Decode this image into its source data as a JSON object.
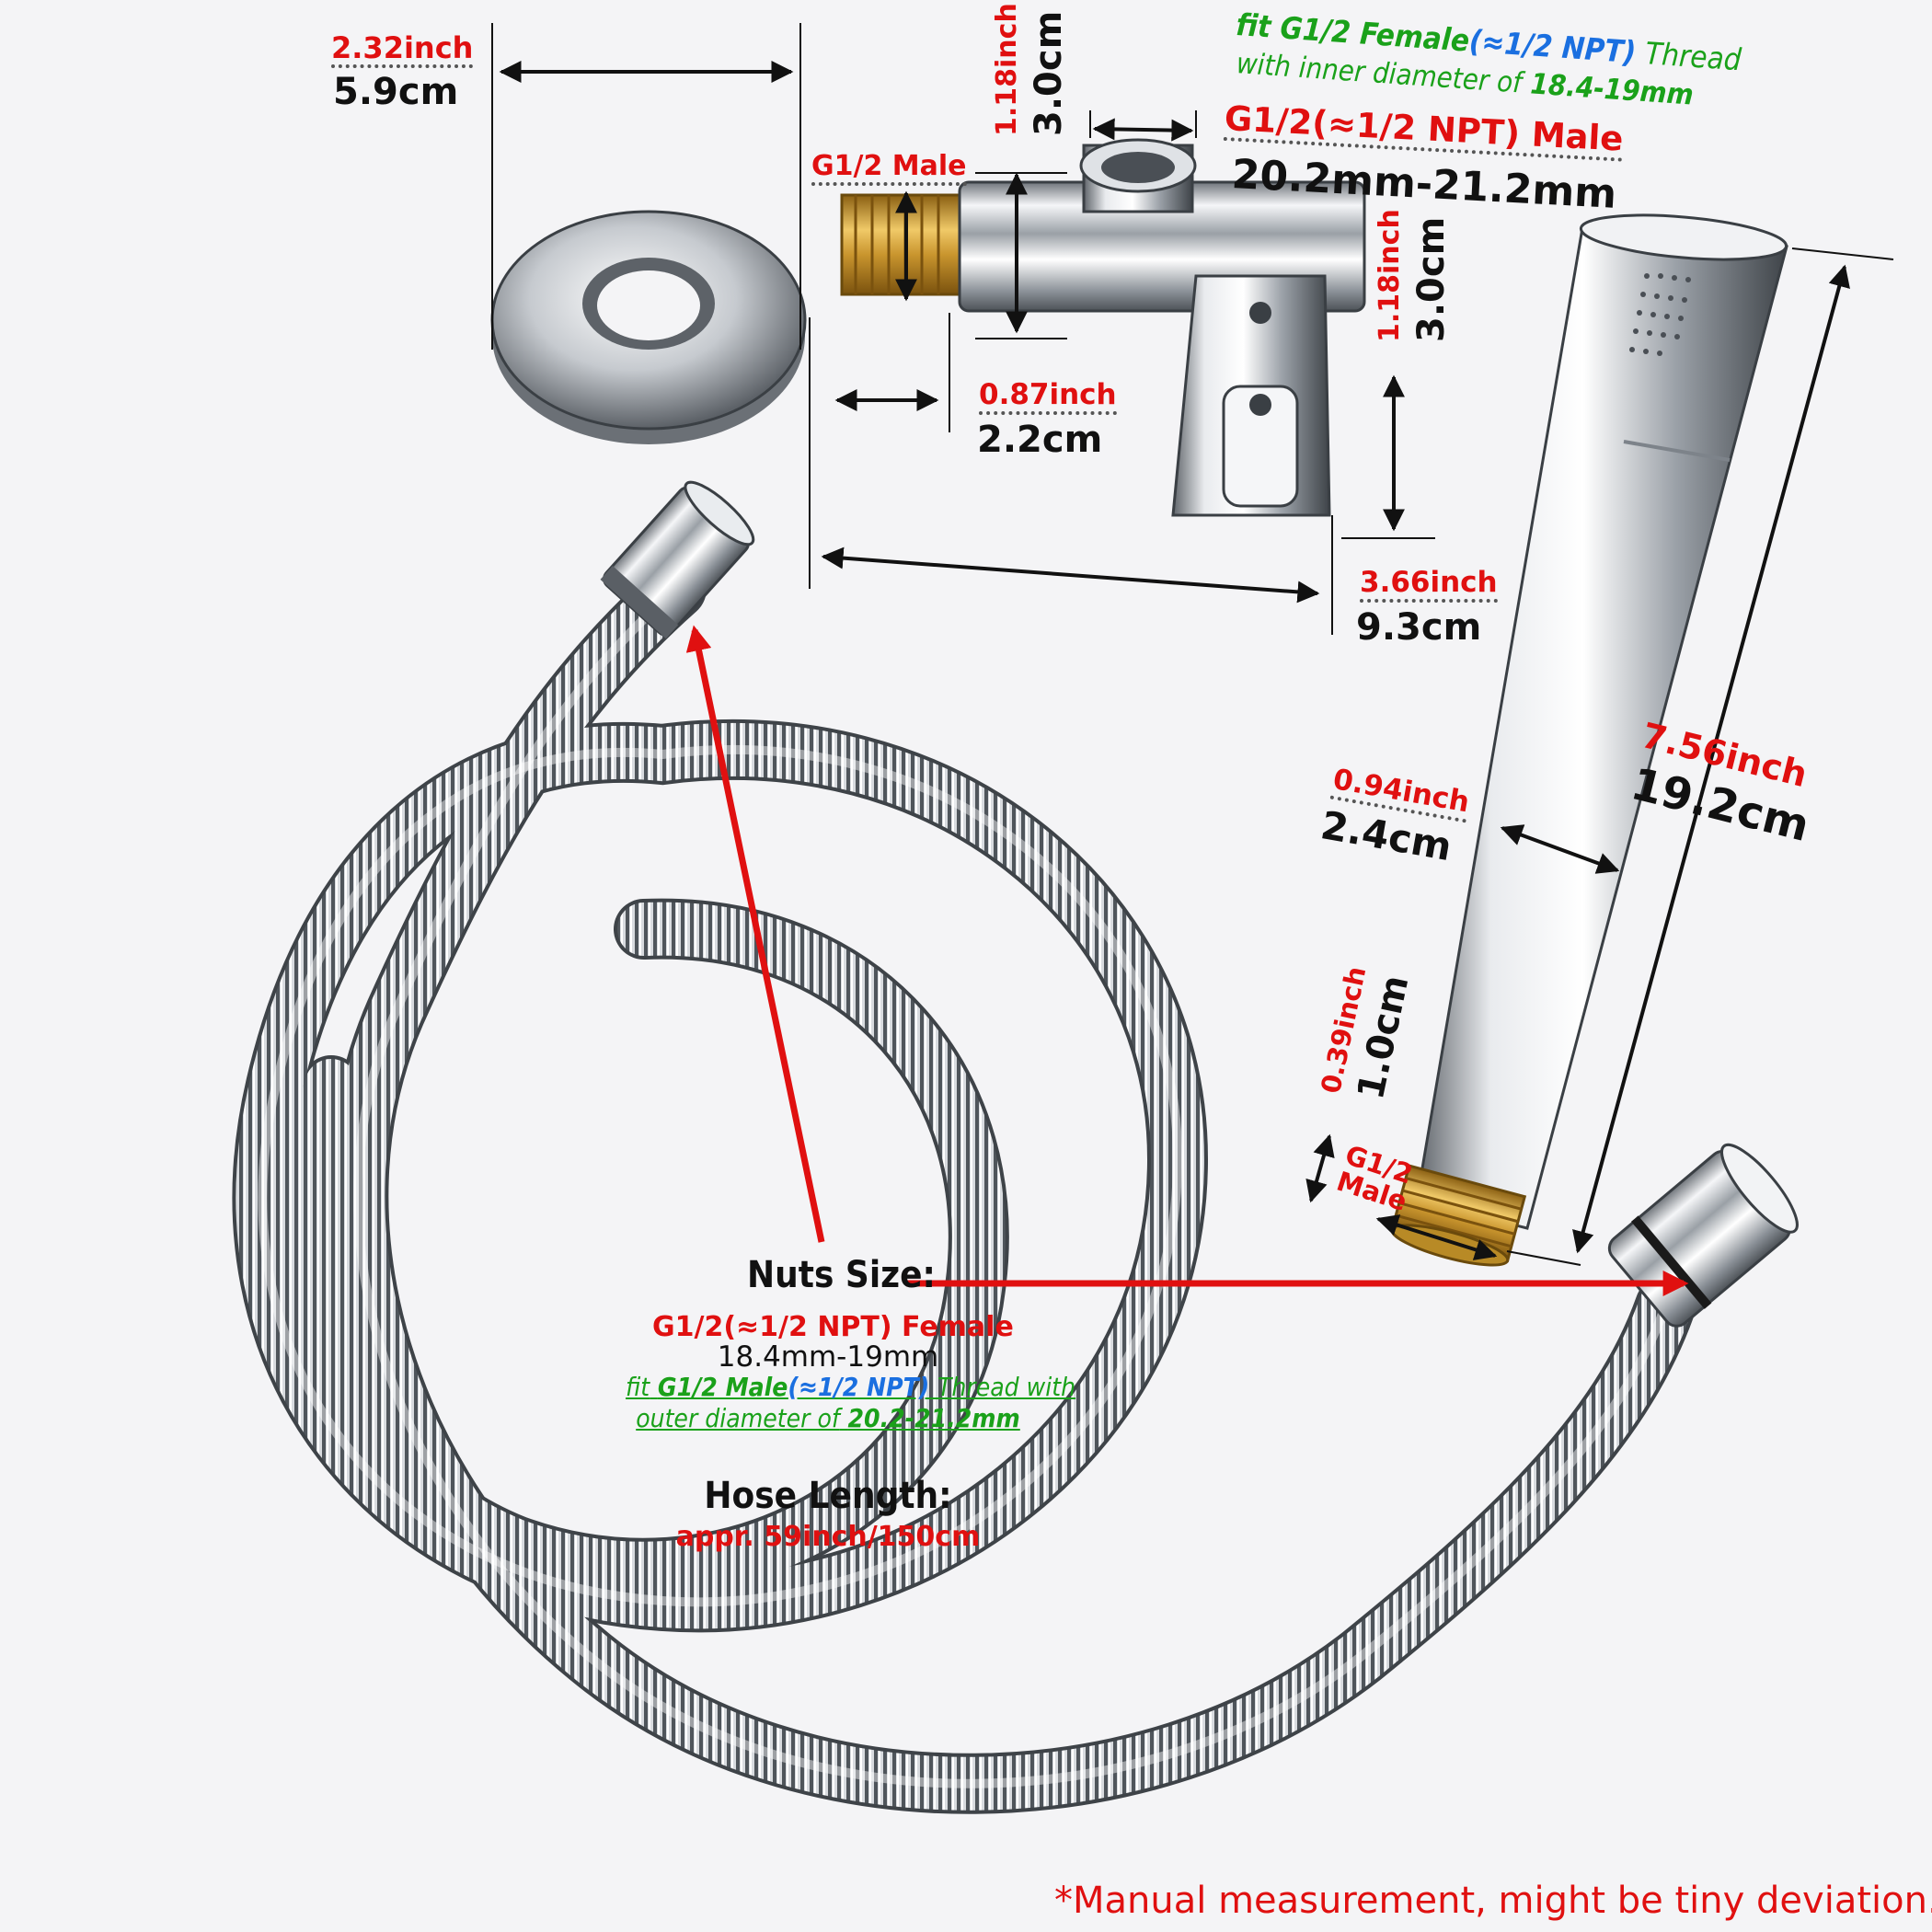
{
  "colors": {
    "dimension_red": "#e01010",
    "dimension_black": "#111111",
    "compat_green": "#1aa11a",
    "npt_blue": "#1a6fe0",
    "chrome": "#c9cdd2",
    "brass": "#d8a73a",
    "background": "#f4f4f6"
  },
  "flange": {
    "width_inch": "2.32inch",
    "width_cm": "5.9cm"
  },
  "holder": {
    "inlet_label": "G1/2 Male",
    "inlet_height_inch": "1.18inch",
    "inlet_height_cm": "3.0cm",
    "thread_length_inch": "0.87inch",
    "thread_length_cm": "2.2cm",
    "total_length_inch": "3.66inch",
    "total_length_cm": "9.3cm",
    "clip_height_inch": "1.18inch",
    "clip_height_cm": "3.0cm",
    "outlet_fit_prefix": "fit",
    "outlet_fit_thread": "G1/2 Female",
    "outlet_fit_npt": "(≈1/2 NPT)",
    "outlet_fit_suffix": "Thread",
    "outlet_fit_line2": "with inner diameter of",
    "outlet_fit_value": "18.4-19mm",
    "outlet_label": "G1/2(≈1/2 NPT) Male",
    "outlet_diameter": "20.2mm-21.2mm"
  },
  "sprayer": {
    "length_inch": "7.56inch",
    "length_cm": "19.2cm",
    "diameter_inch": "0.94inch",
    "diameter_cm": "2.4cm",
    "thread_height_inch": "0.39inch",
    "thread_height_cm": "1.0cm",
    "thread_label_line1": "G1/2",
    "thread_label_line2": "Male"
  },
  "hose": {
    "nuts_title": "Nuts Size:",
    "nuts_spec": "G1/2(≈1/2 NPT) Female",
    "nuts_diameter": "18.4mm-19mm",
    "fit_prefix": "fit",
    "fit_thread": "G1/2 Male",
    "fit_npt": "(≈1/2 NPT)",
    "fit_suffix": "Thread with",
    "fit_line2": "outer diameter of",
    "fit_value": "20.2-21.2mm",
    "length_title": "Hose Length:",
    "length_value": "appr. 59inch/150cm"
  },
  "footnote": "*Manual measurement, might be tiny deviation."
}
